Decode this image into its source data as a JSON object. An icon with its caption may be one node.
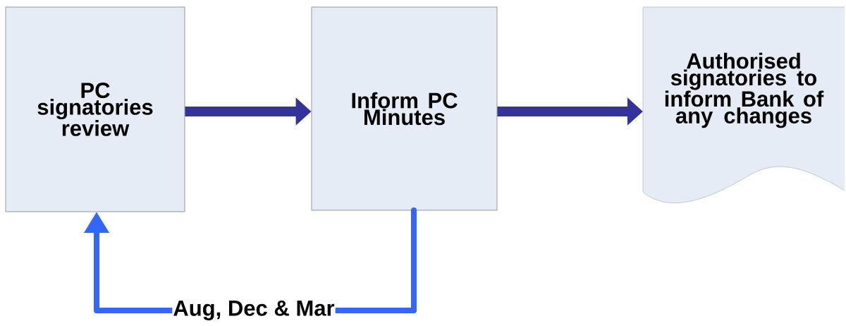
{
  "diagram": {
    "nodes": [
      {
        "text": [
          "PC signatories review"
        ]
      },
      {
        "text": [
          "Inform PC Minutes"
        ]
      },
      {
        "text": [
          "Authorised signatories to inform Bank of any changes"
        ]
      }
    ],
    "edges": [
      {
        "from": 0,
        "to": 1,
        "arrow": "to"
      },
      {
        "from": 1,
        "to": 2,
        "arrow": "to"
      },
      {
        "from": 1,
        "to": 0,
        "arrow": "to",
        "color": "#3366ff",
        "label": "Aug, Dec & Mar"
      }
    ]
  }
}
